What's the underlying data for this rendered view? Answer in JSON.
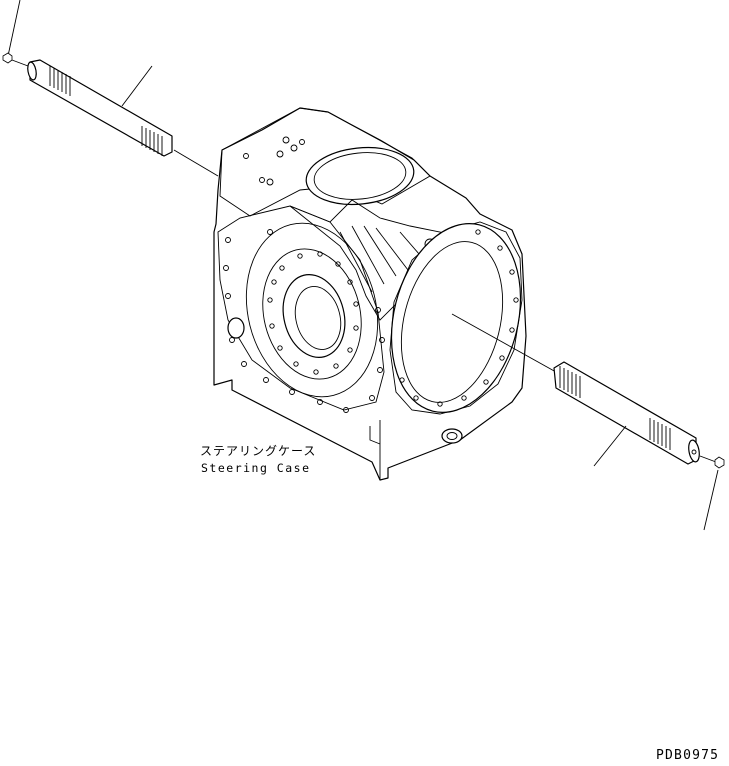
{
  "diagram": {
    "part_label_jp": "ステアリングケース",
    "part_label_en": "Steering Case",
    "drawing_number": "PDB0975"
  }
}
